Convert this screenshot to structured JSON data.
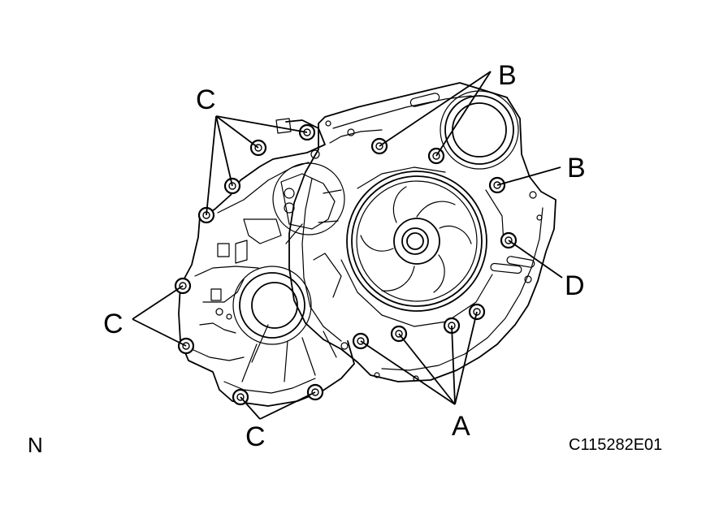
{
  "callouts": {
    "a": "A",
    "b_top": "B",
    "b_right": "B",
    "c_top": "C",
    "c_left": "C",
    "c_bottom": "C",
    "d": "D"
  },
  "orientation_mark": "N",
  "figure_code": "C115282E01"
}
